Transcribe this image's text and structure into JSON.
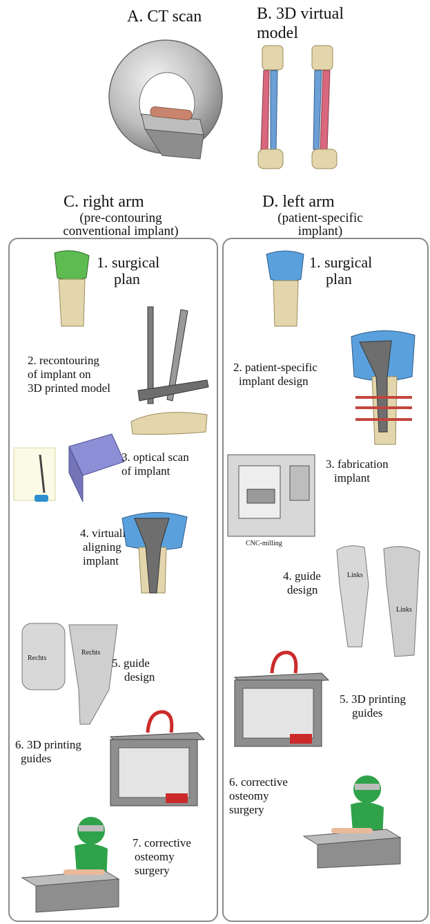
{
  "sections": {
    "a": {
      "title": "A. CT scan"
    },
    "b": {
      "title_line1": "B. 3D virtual",
      "title_line2": "model"
    },
    "c": {
      "title": "C. right arm",
      "sub_line1": "(pre-contouring",
      "sub_line2": "conventional implant)"
    },
    "d": {
      "title": "D. left arm",
      "sub_line1": "(patient-specific",
      "sub_line2": "implant)"
    }
  },
  "right_steps": {
    "s1": {
      "line1": "1. surgical",
      "line2": "plan"
    },
    "s2": {
      "line1": "2. recontouring",
      "line2": "of implant on",
      "line3": "3D printed model"
    },
    "s3": {
      "line1": "3. optical scan",
      "line2": "of implant"
    },
    "s4": {
      "line1": "4. virtually",
      "line2": "aligning",
      "line3": "implant"
    },
    "s5": {
      "line1": "5. guide",
      "line2": "design"
    },
    "s6": {
      "line1": "6. 3D printing",
      "line2": "guides"
    },
    "s7": {
      "line1": "7. corrective",
      "line2": "osteomy",
      "line3": "surgery"
    }
  },
  "left_steps": {
    "s1": {
      "line1": "1. surgical",
      "line2": "plan"
    },
    "s2": {
      "line1": "2. patient-specific",
      "line2": "implant  design"
    },
    "s3": {
      "line1": "3. fabrication",
      "line2": "implant",
      "caption": "CNC-milling"
    },
    "s4": {
      "line1": "4. guide",
      "line2": "design"
    },
    "s5": {
      "line1": "5. 3D printing",
      "line2": "guides"
    },
    "s6": {
      "line1": "6. corrective",
      "line2": "osteomy",
      "line3": "surgery"
    }
  },
  "guide_text": {
    "right_a": "Rechts",
    "right_b": "Rechts",
    "left_a": "Links",
    "left_b": "Links"
  },
  "colors": {
    "bone": "#e3d6ad",
    "bone_dark": "#c9b887",
    "planned_green": "#5dbb52",
    "planned_blue": "#5aa0dc",
    "radius_red": "#d9687f",
    "ulna_blue": "#6c9fd6",
    "implant_gray": "#6e6e6e",
    "scanner_purple": "#8c8fd6",
    "printer_gray": "#8e8e8e",
    "printer_red": "#cc2a2a",
    "surgeon_green": "#2fa24a",
    "table_gray": "#9a9a9a",
    "panel_border": "#8a8a8a"
  },
  "icons": [
    "ct-scanner-icon",
    "bone-model-icon",
    "plate-implant-icon",
    "optical-scanner-icon",
    "cnc-mill-icon",
    "guide-icon",
    "3d-printer-icon",
    "surgeon-icon"
  ]
}
